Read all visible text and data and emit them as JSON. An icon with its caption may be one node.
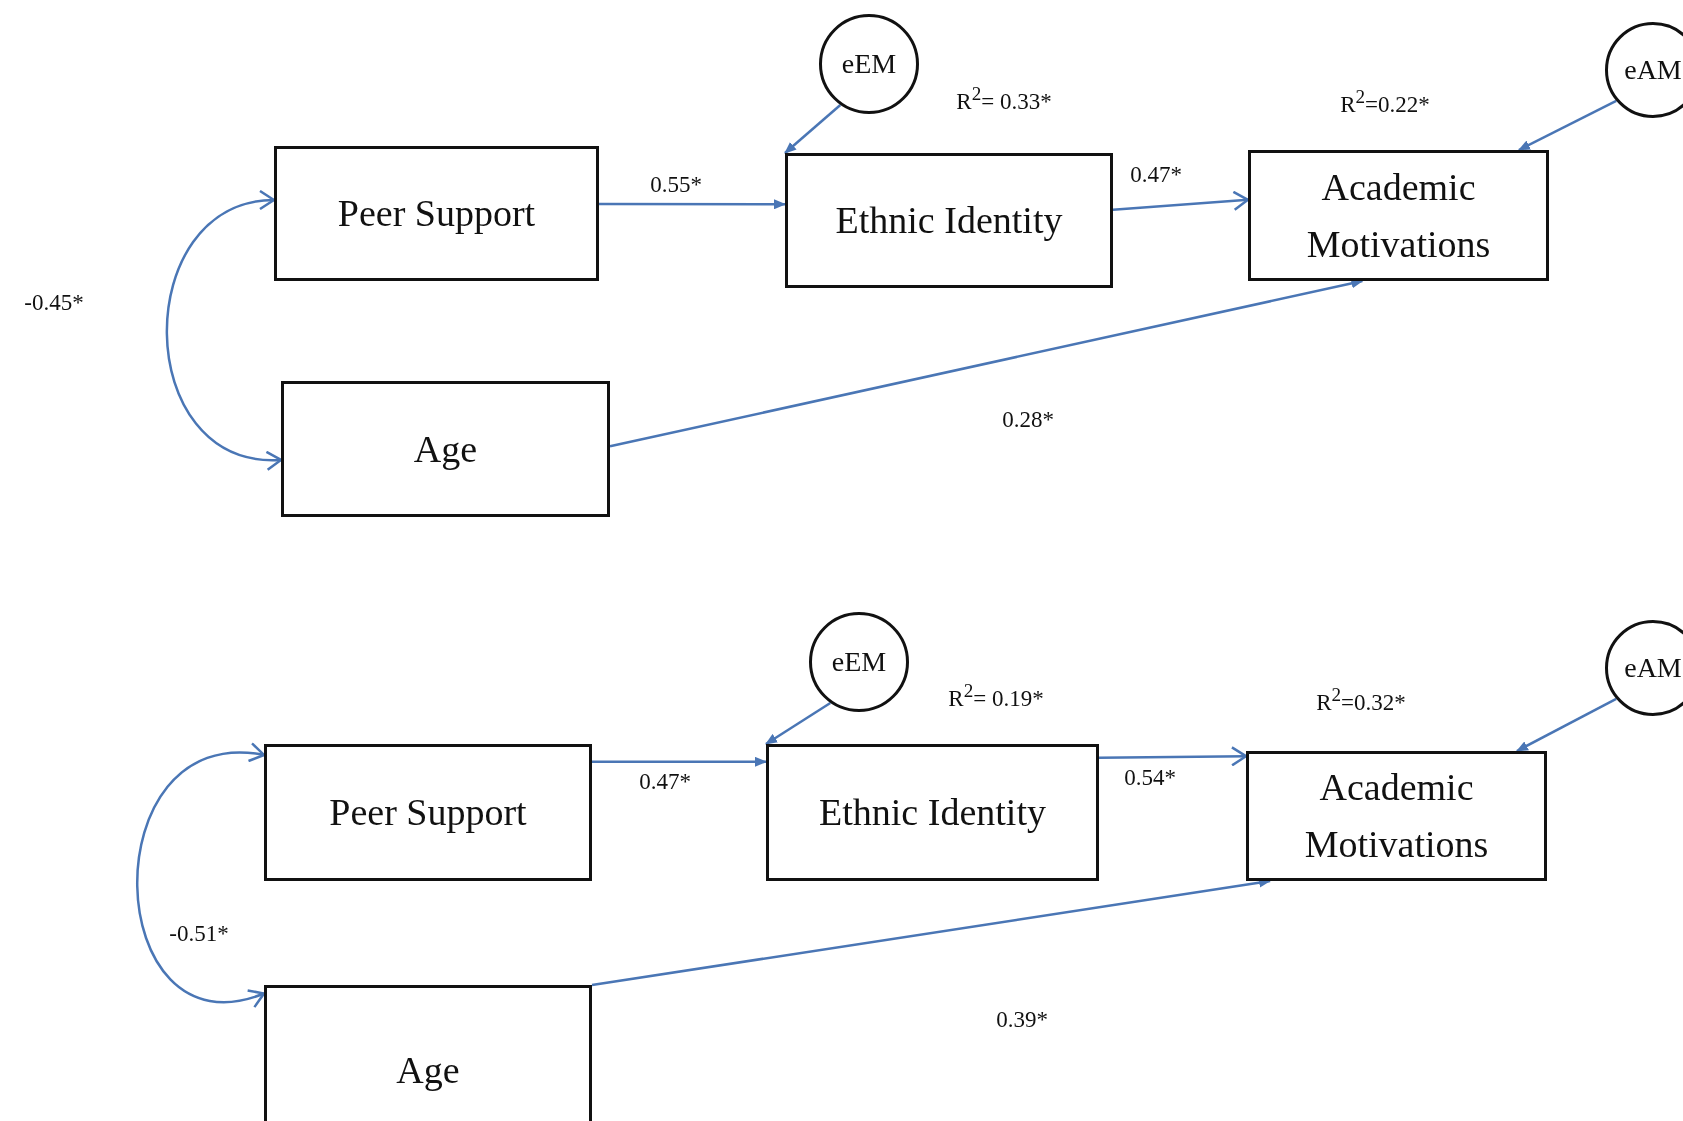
{
  "diagram": {
    "nodes": [
      {
        "text": [
          "eEM"
        ]
      },
      {
        "text": [
          "eAM"
        ]
      },
      {
        "text": [
          "Peer Support"
        ]
      },
      {
        "text": [
          "Ethnic Identity"
        ],
        "beside": [
          "R$^{2}$= 0.33*"
        ]
      },
      {
        "text": [
          "Academic Motivations"
        ],
        "beside": [
          "R$^{2}$=0.22*"
        ]
      },
      {
        "text": [
          "Age"
        ]
      },
      {
        "text": [
          "eEM"
        ]
      },
      {
        "text": [
          "eAM"
        ]
      },
      {
        "text": [
          "Peer Support"
        ]
      },
      {
        "text": [
          "Ethnic Identity"
        ],
        "beside": [
          "R$^{2}$= 0.19*"
        ]
      },
      {
        "text": [
          "Academic Motivations"
        ],
        "beside": [
          "R$^{2}$=0.32*"
        ]
      },
      {
        "text": [
          "Age"
        ]
      }
    ],
    "edges": [
      {
        "from": 2,
        "to": 5,
        "arrow": "both",
        "label": "-0.45*"
      },
      {
        "from": 2,
        "to": 3,
        "arrow": "to",
        "label": "0.55*"
      },
      {
        "from": 3,
        "to": 4,
        "arrow": "to",
        "label": "0.47*"
      },
      {
        "from": 5,
        "to": 4,
        "arrow": "to",
        "label": "0.28*"
      },
      {
        "from": 0,
        "to": 3,
        "arrow": "to"
      },
      {
        "from": 1,
        "to": 4,
        "arrow": "to"
      },
      {
        "from": 8,
        "to": 11,
        "arrow": "both",
        "label": "-0.51*"
      },
      {
        "from": 8,
        "to": 9,
        "arrow": "to",
        "label": "0.47*"
      },
      {
        "from": 9,
        "to": 10,
        "arrow": "to",
        "label": "0.54*"
      },
      {
        "from": 11,
        "to": 10,
        "arrow": "to",
        "label": "0.39*"
      },
      {
        "from": 6,
        "to": 9,
        "arrow": "to"
      },
      {
        "from": 7,
        "to": 10,
        "arrow": "to"
      }
    ]
  }
}
